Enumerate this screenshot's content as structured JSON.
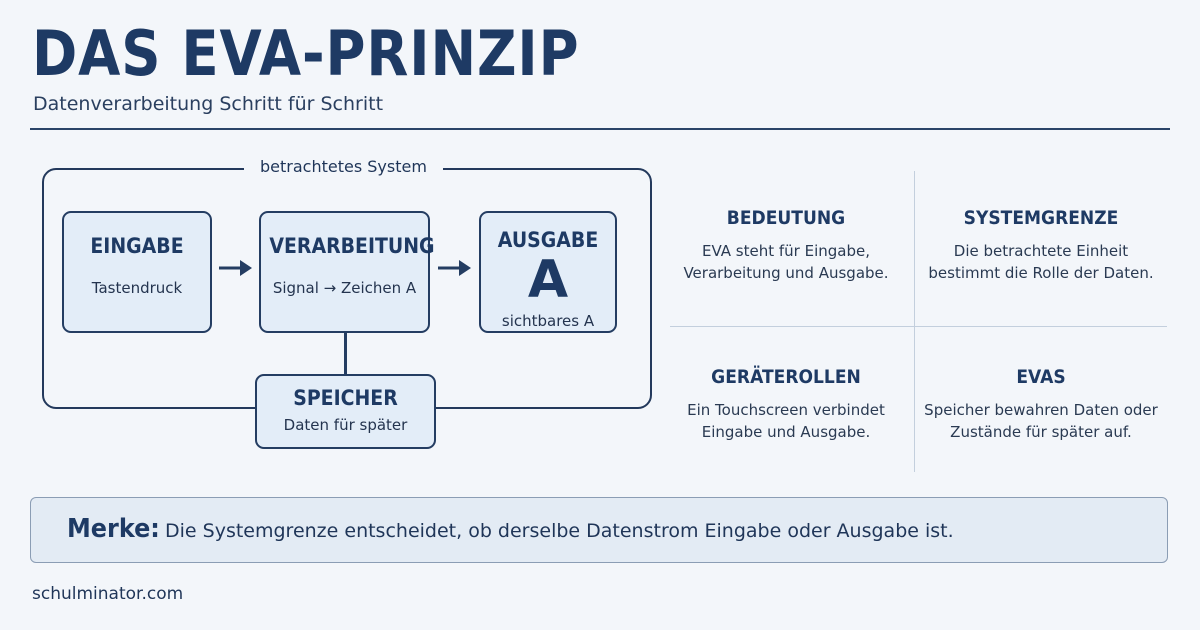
{
  "header": {
    "title": "DAS EVA-PRINZIP",
    "subtitle": "Datenverarbeitung Schritt für Schritt"
  },
  "diagram": {
    "system_label": "betrachtetes System",
    "nodes": {
      "eingabe": {
        "title": "EINGABE",
        "text": "Tastendruck"
      },
      "verarbeitung": {
        "title": "VERARBEITUNG",
        "text": "Signal → Zeichen A"
      },
      "ausgabe": {
        "title": "AUSGABE",
        "big": "A",
        "text": "sichtbares A"
      },
      "speicher": {
        "title": "SPEICHER",
        "text": "Daten für später"
      }
    }
  },
  "cells": [
    {
      "title": "BEDEUTUNG",
      "text": "EVA steht für Eingabe, Verarbeitung und Ausgabe."
    },
    {
      "title": "SYSTEMGRENZE",
      "text": "Die betrachtete Einheit bestimmt die Rolle der Daten."
    },
    {
      "title": "GERÄTEROLLEN",
      "text": "Ein Touchscreen verbindet Eingabe und Ausgabe."
    },
    {
      "title": "EVAS",
      "text": "Speicher bewahren Daten oder Zustände für später auf."
    }
  ],
  "merke": {
    "label": "Merke:",
    "text": "Die Systemgrenze entscheidet, ob derselbe Datenstrom Eingabe oder Ausgabe ist."
  },
  "footer": {
    "site": "schulminator.com"
  },
  "colors": {
    "background": "#f3f6fa",
    "primary": "#1e3a64",
    "node_fill": "#e3edf8",
    "merke_fill": "#e3ebf4"
  }
}
